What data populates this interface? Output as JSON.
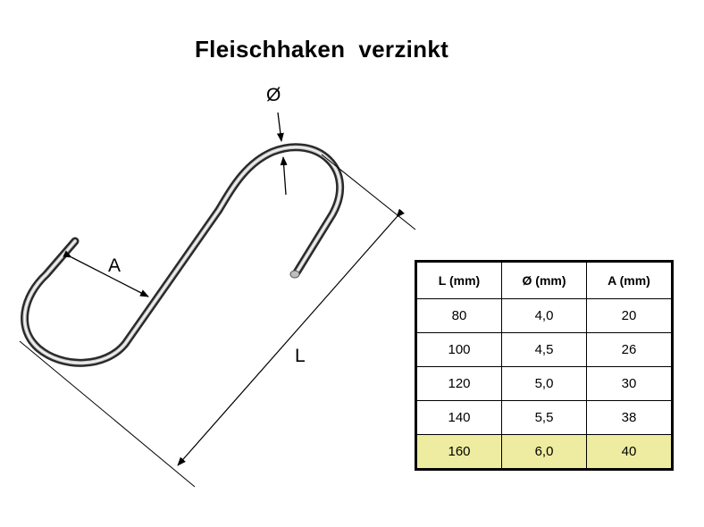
{
  "title": "Fleischhaken  verzinkt",
  "labels": {
    "diameter": "Ø",
    "a": "A",
    "l": "L"
  },
  "table": {
    "headers": [
      "L (mm)",
      "Ø (mm)",
      "A (mm)"
    ],
    "rows": [
      [
        "80",
        "4,0",
        "20"
      ],
      [
        "100",
        "4,5",
        "26"
      ],
      [
        "120",
        "5,0",
        "30"
      ],
      [
        "140",
        "5,5",
        "38"
      ],
      [
        "160",
        "6,0",
        "40"
      ]
    ],
    "highlight_row": 4,
    "highlight_color": "#eeeca0"
  }
}
